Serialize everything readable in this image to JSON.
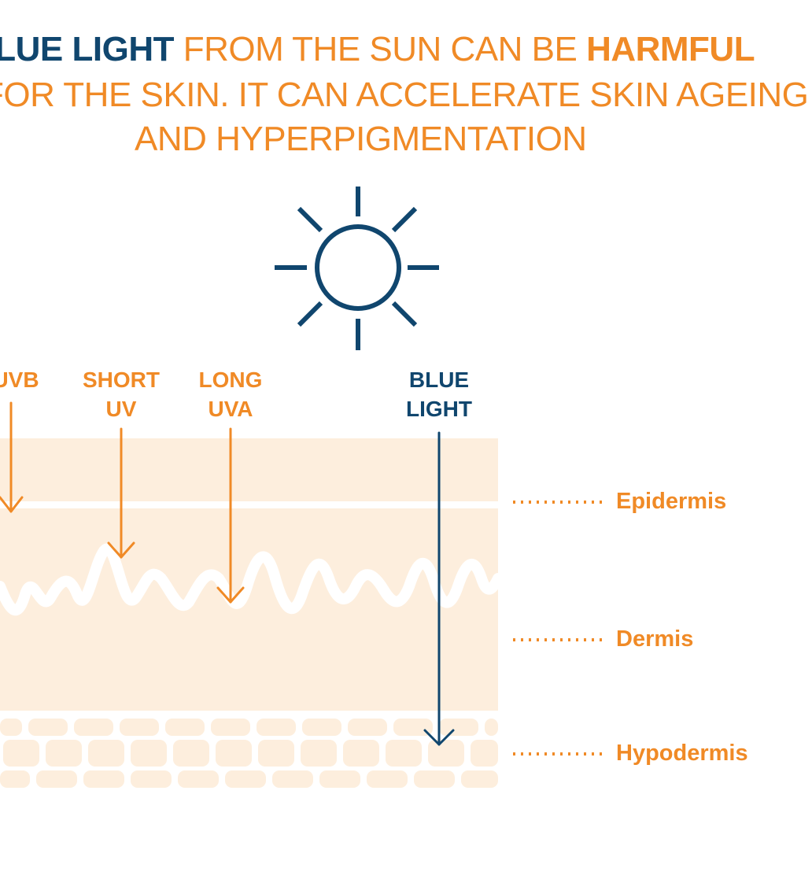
{
  "headline": {
    "line1": {
      "part1": "BLUE LIGHT",
      "part2": " FROM THE SUN CAN BE ",
      "part3": "HARMFUL"
    },
    "line2": "FOR THE SKIN.  IT CAN ACCELERATE SKIN AGEING",
    "line3": "AND HYPERPIGMENTATION"
  },
  "rays": [
    {
      "id": "uvb",
      "lines": [
        "UVB",
        ""
      ],
      "color": "#f08a26"
    },
    {
      "id": "short-uv",
      "lines": [
        "SHORT",
        "UV"
      ],
      "color": "#f08a26"
    },
    {
      "id": "long-uva",
      "lines": [
        "LONG",
        "UVA"
      ],
      "color": "#f08a26"
    },
    {
      "id": "blue-light",
      "lines": [
        "BLUE",
        "LIGHT"
      ],
      "color": "#10466e"
    }
  ],
  "layers": {
    "epidermis": "Epidermis",
    "dermis": "Dermis",
    "hypodermis": "Hypodermis"
  },
  "colors": {
    "orange": "#f08a26",
    "navy": "#10466e",
    "skin": "#fdeedd",
    "background": "#ffffff"
  },
  "icons": {
    "sun": "sun-icon"
  }
}
